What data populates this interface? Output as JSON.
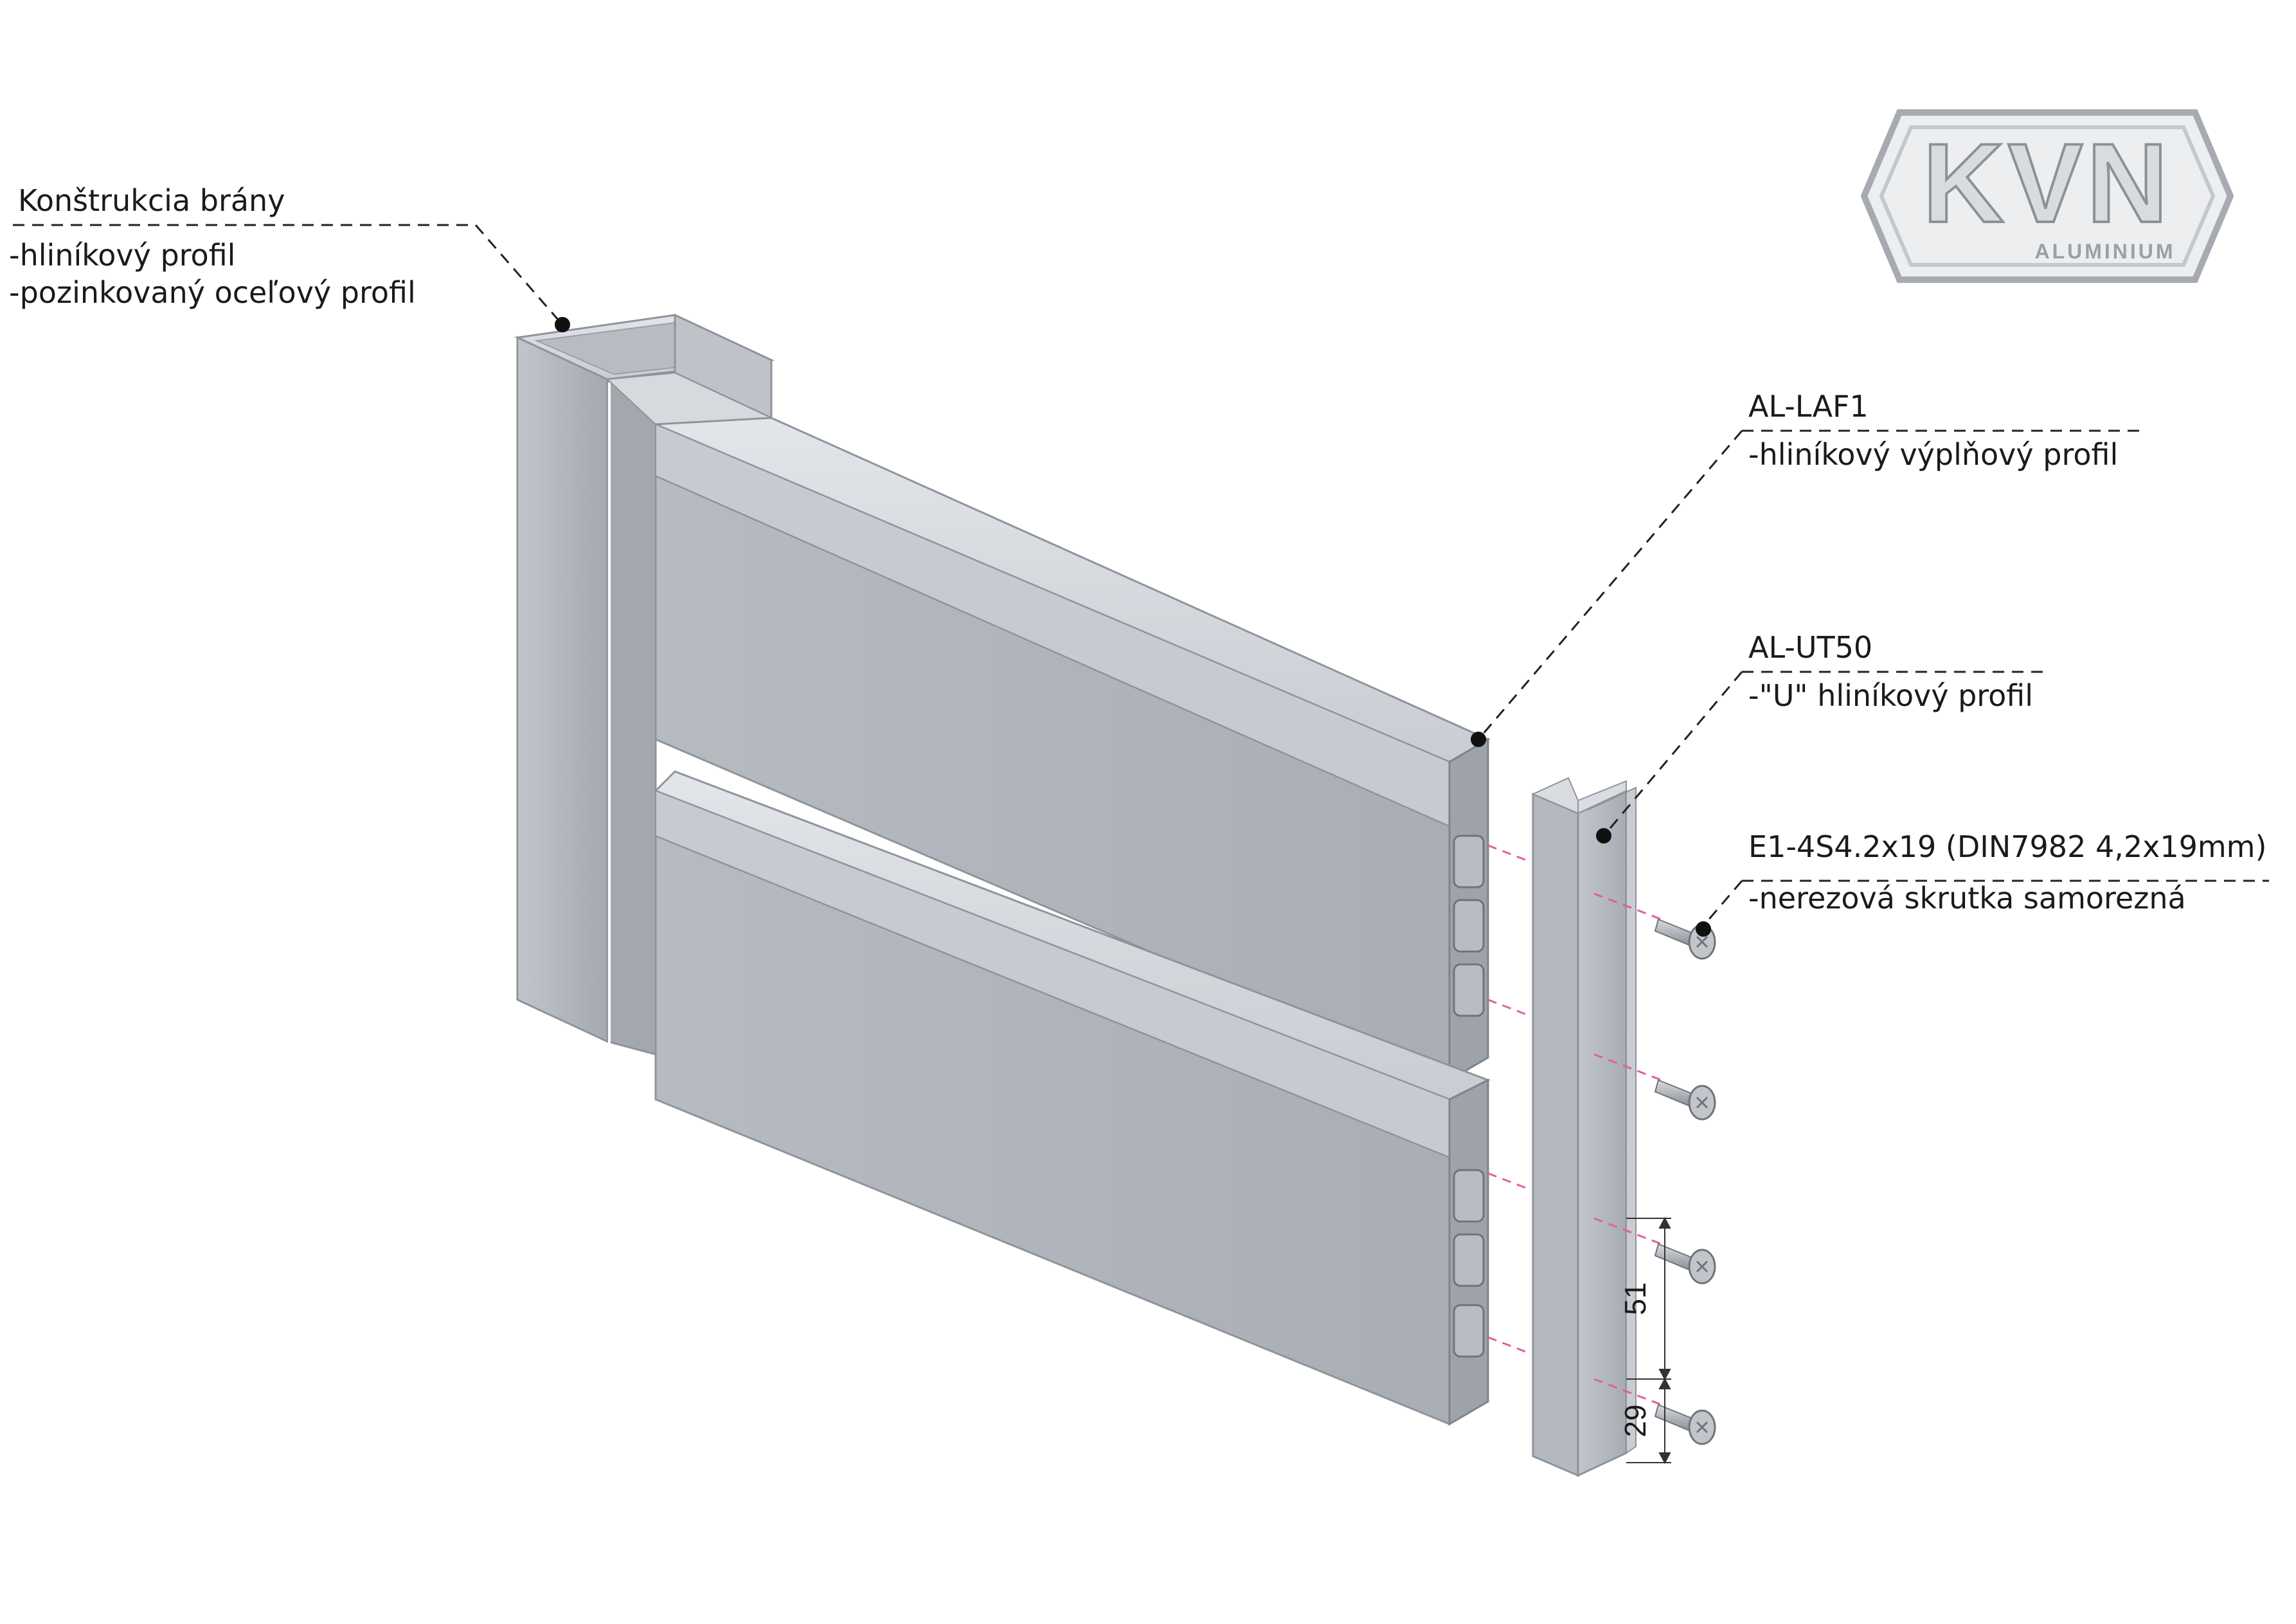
{
  "labels": {
    "frame": {
      "title": "Konštrukcia brány",
      "line1": "-hliníkový profil",
      "line2": "-pozinkovaný oceľový profil"
    },
    "infill": {
      "title": "AL-LAF1",
      "line1": "-hliníkový výplňový profil"
    },
    "u_profile": {
      "title": "AL-UT50",
      "line1": "-\"U\" hliníkový profil"
    },
    "screw": {
      "title": "E1-4S4.2x19 (DIN7982 4,2x19mm)",
      "line1": "-nerezová skrutka samorezná"
    }
  },
  "dimensions": {
    "spacing": "51",
    "edge": "29"
  },
  "logo": {
    "text": "KVN",
    "subtext": "ALUMINIUM"
  },
  "colors": {
    "aluminium_light": "#cfd3d8",
    "aluminium_mid": "#aeb3ba",
    "aluminium_dark": "#8a9097",
    "leader": "#222222",
    "guide_pink": "#e0609a"
  }
}
